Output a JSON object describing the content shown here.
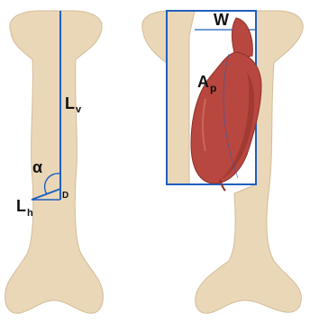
{
  "left_panel": {
    "label_vertical_length": "L",
    "label_vertical_length_sub": "v",
    "label_angle": "α",
    "label_horizontal_length": "L",
    "label_horizontal_length_sub": "h",
    "label_depth": "D"
  },
  "right_panel": {
    "label_width": "W",
    "label_area": "A",
    "label_area_sub": "p"
  },
  "colors": {
    "bone_fill": "#ead7b8",
    "bone_stroke": "#d3bd98",
    "measure_line": "#1e5fbf",
    "organ_fill": "#b8473f",
    "organ_shadow": "#8e2f2a"
  }
}
